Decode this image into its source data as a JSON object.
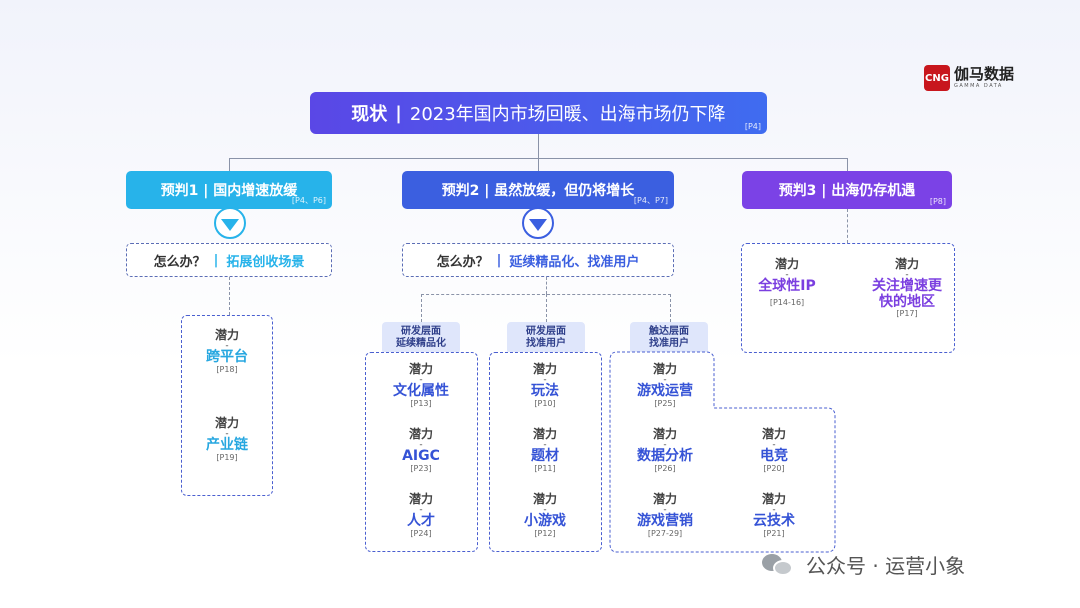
{
  "logo": {
    "mark": "CNG",
    "name": "伽马数据",
    "sub": "GAMMA DATA"
  },
  "title": {
    "lead": "现状",
    "sep": "|",
    "text": "2023年国内市场回暖、出海市场仍下降",
    "ref": "[P4]"
  },
  "predictions": [
    {
      "label": "预判1 | 国内增速放缓",
      "ref": "[P4、P6]"
    },
    {
      "label": "预判2 | 虽然放缓，但仍将增长",
      "ref": "[P4、P7]"
    },
    {
      "label": "预判3 | 出海仍存机遇",
      "ref": "[P8]"
    }
  ],
  "how": [
    {
      "q": "怎么办？",
      "bar": "|",
      "a": "拓展创收场景"
    },
    {
      "q": "怎么办？",
      "bar": "|",
      "a": "延续精品化、找准用户"
    }
  ],
  "potential_label": "潜力",
  "dash": "-",
  "tags": [
    {
      "line1": "研发层面",
      "line2": "延续精品化"
    },
    {
      "line1": "研发层面",
      "line2": "找准用户"
    },
    {
      "line1": "触达层面",
      "line2": "找准用户"
    }
  ],
  "col1": [
    {
      "value": "跨平台",
      "ref": "[P18]"
    },
    {
      "value": "产业链",
      "ref": "[P19]"
    }
  ],
  "col2": [
    {
      "value": "文化属性",
      "ref": "[P13]"
    },
    {
      "value": "AIGC",
      "ref": "[P23]"
    },
    {
      "value": "人才",
      "ref": "[P24]"
    }
  ],
  "col3": [
    {
      "value": "玩法",
      "ref": "[P10]"
    },
    {
      "value": "题材",
      "ref": "[P11]"
    },
    {
      "value": "小游戏",
      "ref": "[P12]"
    }
  ],
  "col4": [
    {
      "value": "游戏运营",
      "ref": "[P25]"
    },
    {
      "value": "数据分析",
      "ref": "[P26]"
    },
    {
      "value": "游戏营销",
      "ref": "[P27-29]"
    },
    {
      "value": "电竞",
      "ref": "[P20]"
    },
    {
      "value": "云技术",
      "ref": "[P21]"
    }
  ],
  "col5": [
    {
      "value": "全球性IP",
      "ref": "[P14-16]"
    },
    {
      "value1": "关注增速更",
      "value2": "快的地区",
      "ref": "[P17]"
    }
  ],
  "watermark": {
    "text": "公众号 · 运营小象"
  },
  "colors": {
    "cyan": "#27b3ea",
    "blue": "#3b5fe0",
    "purple": "#7b42e6",
    "title_gradient": [
      "#5a47e6",
      "#3f6cf0"
    ]
  }
}
